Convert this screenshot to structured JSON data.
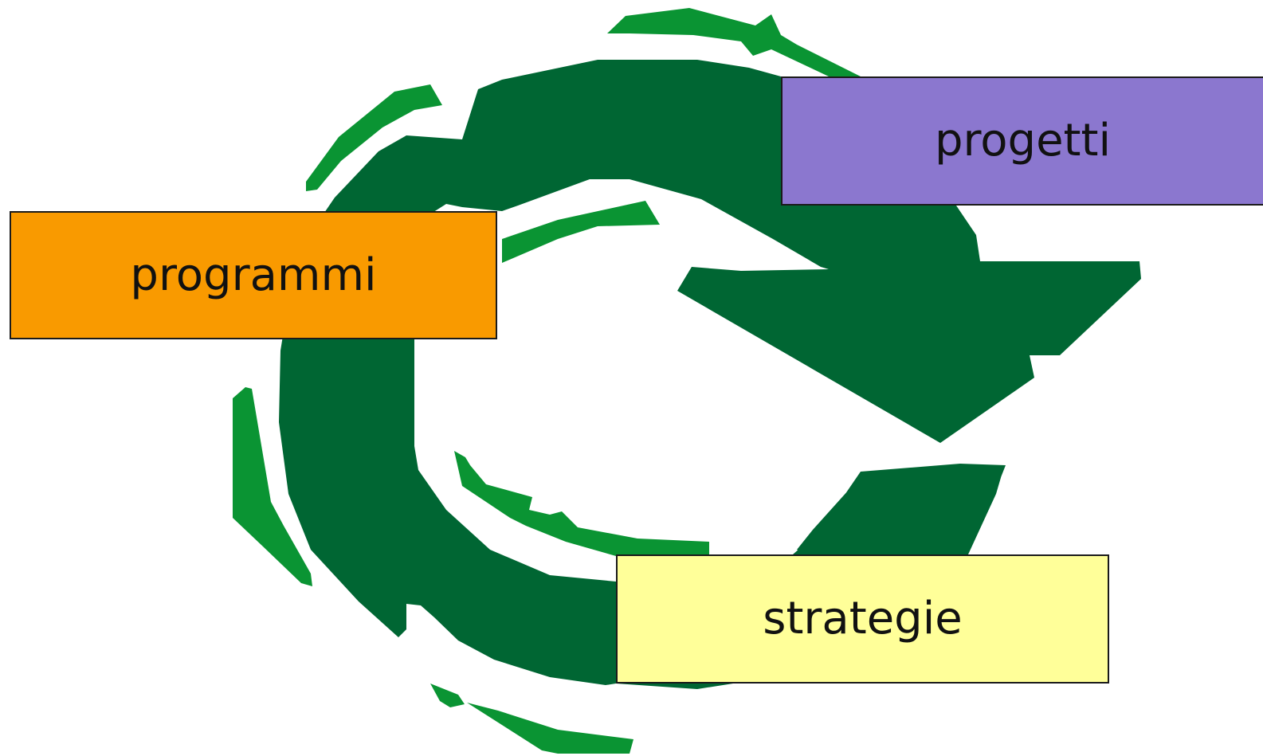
{
  "diagram": {
    "boxes": [
      {
        "id": "programmi",
        "label": "programmi",
        "color": "#F99A00"
      },
      {
        "id": "progetti",
        "label": "progetti",
        "color": "#8B77CF"
      },
      {
        "id": "strategie",
        "label": "strategie",
        "color": "#FFFF99"
      }
    ],
    "colors": {
      "arrow_dark": "#006633",
      "arrow_light": "#0A9433",
      "background": "#FFFFFF"
    },
    "graphic": "circular-arrow-icon"
  }
}
